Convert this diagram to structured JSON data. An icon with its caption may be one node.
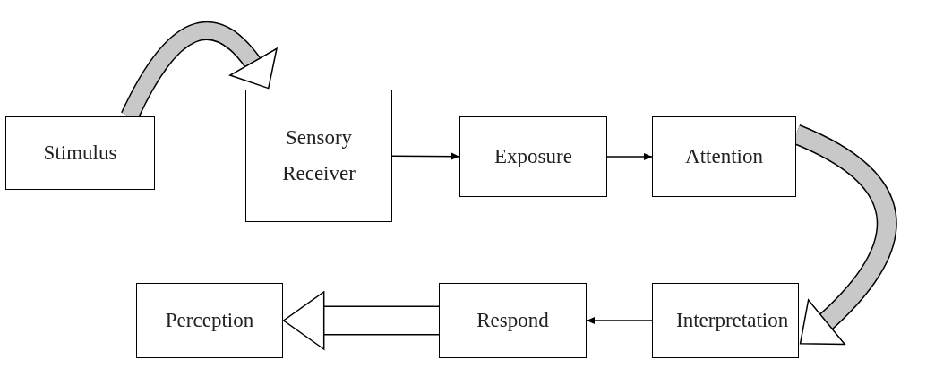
{
  "diagram": {
    "nodes": [
      {
        "text": [
          "Stimulus"
        ]
      },
      {
        "text": [
          "Sensory Receiver"
        ]
      },
      {
        "text": [
          "Exposure"
        ]
      },
      {
        "text": [
          "Attention"
        ]
      },
      {
        "text": [
          "Interpretation"
        ]
      },
      {
        "text": [
          "Respond"
        ]
      },
      {
        "text": [
          "Perception"
        ]
      }
    ],
    "edges": [
      {
        "from": 0,
        "to": 1,
        "arrow": "to",
        "style": "thick",
        "color": "#c8c8c8"
      },
      {
        "from": 1,
        "to": 2,
        "arrow": "to"
      },
      {
        "from": 2,
        "to": 3,
        "arrow": "to"
      },
      {
        "from": 3,
        "to": 4,
        "arrow": "to",
        "style": "thick",
        "color": "#c8c8c8"
      },
      {
        "from": 4,
        "to": 5,
        "arrow": "to"
      },
      {
        "from": 5,
        "to": 6,
        "arrow": "to",
        "style": "thick",
        "color": "#ffffff"
      }
    ]
  }
}
